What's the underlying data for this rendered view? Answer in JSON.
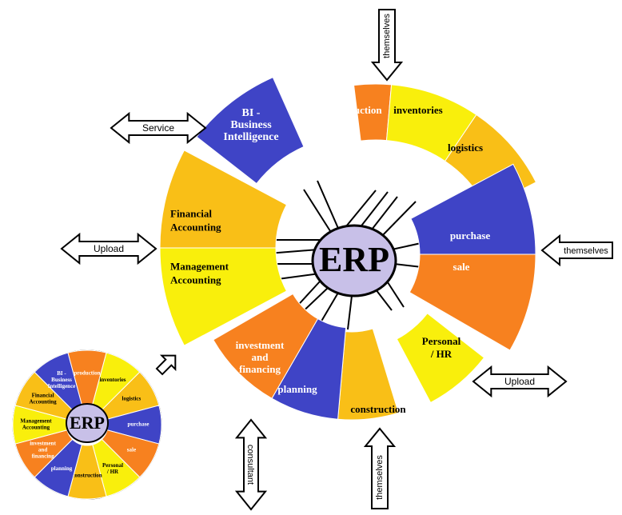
{
  "hub": {
    "label": "ERP",
    "fill": "#c8c0e8"
  },
  "colors": {
    "orange": "#f7811f",
    "yellow": "#f9ef0c",
    "gold": "#f9bf17",
    "blue": "#3f44c6",
    "outline": "#000000"
  },
  "modules": [
    {
      "id": "bi",
      "lines": [
        "BI -",
        "Business",
        "Intelligence"
      ],
      "color": "blue",
      "text": "#ffffff"
    },
    {
      "id": "production",
      "lines": [
        "production"
      ],
      "color": "orange",
      "text": "#ffffff"
    },
    {
      "id": "inventories",
      "lines": [
        "inventories"
      ],
      "color": "yellow",
      "text": "#000000"
    },
    {
      "id": "logistics",
      "lines": [
        "logistics"
      ],
      "color": "gold",
      "text": "#000000"
    },
    {
      "id": "purchase",
      "lines": [
        "purchase"
      ],
      "color": "blue",
      "text": "#ffffff"
    },
    {
      "id": "sale",
      "lines": [
        "sale"
      ],
      "color": "orange",
      "text": "#ffffff"
    },
    {
      "id": "personal",
      "lines": [
        "Personal",
        "/ HR"
      ],
      "color": "yellow",
      "text": "#000000"
    },
    {
      "id": "construction",
      "lines": [
        "construction"
      ],
      "color": "gold",
      "text": "#000000"
    },
    {
      "id": "planning",
      "lines": [
        "planning"
      ],
      "color": "blue",
      "text": "#ffffff"
    },
    {
      "id": "investment",
      "lines": [
        "investment",
        "and",
        "financing"
      ],
      "color": "orange",
      "text": "#ffffff"
    },
    {
      "id": "management",
      "lines": [
        "Management",
        "Accounting"
      ],
      "color": "yellow",
      "text": "#000000"
    },
    {
      "id": "financial",
      "lines": [
        "Financial",
        "Accounting"
      ],
      "color": "gold",
      "text": "#000000"
    }
  ],
  "arrows": [
    {
      "id": "service",
      "label": "Service"
    },
    {
      "id": "upload-left",
      "label": "Upload"
    },
    {
      "id": "themselves-top",
      "label": "themselves"
    },
    {
      "id": "themselves-right",
      "label": "themselves"
    },
    {
      "id": "upload-right",
      "label": "Upload"
    },
    {
      "id": "consultant",
      "label": "consultant"
    },
    {
      "id": "themselves-bottom",
      "label": "themselves"
    }
  ]
}
